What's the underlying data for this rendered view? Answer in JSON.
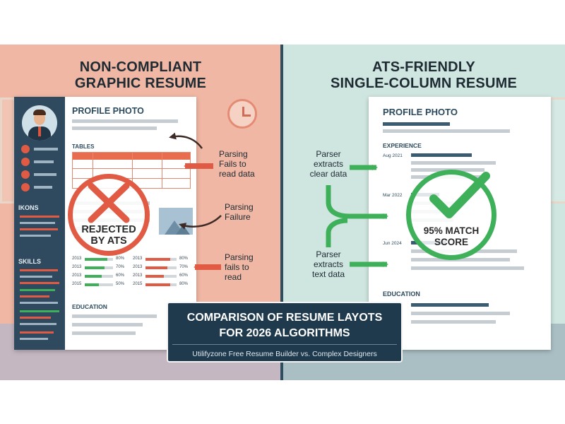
{
  "left": {
    "title_lines": [
      "NON-COMPLIANT",
      "GRAPHIC RESUME"
    ],
    "resume": {
      "section_profile": "PROFILE PHOTO",
      "section_tables": "TABLES",
      "section_icons": "IKONS",
      "section_skills": "SKILLS",
      "section_education": "EDUCATION",
      "skill_rows": [
        {
          "year": "2013",
          "pct": "80%",
          "value": 0.8
        },
        {
          "year": "2013",
          "pct": "70%",
          "value": 0.7
        },
        {
          "year": "2013",
          "pct": "60%",
          "value": 0.6
        },
        {
          "year": "2015",
          "pct": "50%",
          "value": 0.5
        }
      ],
      "skill_rows_right": [
        {
          "year": "2013",
          "pct": "80%",
          "value": 0.8
        },
        {
          "year": "2013",
          "pct": "70%",
          "value": 0.7
        },
        {
          "year": "2013",
          "pct": "60%",
          "value": 0.6
        },
        {
          "year": "2015",
          "pct": "80%",
          "value": 0.8
        }
      ]
    },
    "stamp_lines": [
      "REJECTED",
      "BY ATS"
    ],
    "callouts": {
      "tables": [
        "Parsing",
        "Fails to",
        "read data"
      ],
      "image": [
        "Parsing",
        "Failure"
      ],
      "skills": [
        "Parsing",
        "fails to",
        "read"
      ]
    }
  },
  "right": {
    "title_lines": [
      "ATS-FRIENDLY",
      "SINGLE-COLUMN RESUME"
    ],
    "resume": {
      "section_profile": "PROFILE PHOTO",
      "section_experience": "EXPERIENCE",
      "section_education": "EDUCATION",
      "dates": [
        "Aug 2021",
        "Mar 2022",
        "Jun 2024"
      ]
    },
    "stamp_lines": [
      "95% MATCH",
      "SCORE"
    ],
    "callouts": {
      "top": [
        "Parser",
        "extracts",
        "clear data"
      ],
      "bottom": [
        "Parser",
        "extracts",
        "text data"
      ]
    }
  },
  "banner": {
    "title_lines": [
      "COMPARISON OF RESUME LAYOTS",
      "FOR 2026 ALGORITHMS"
    ],
    "subtitle": "Utilifyzone Free Resume Builder vs. Complex Designers"
  },
  "icons": [
    "rejected-x-icon",
    "checkmark-icon",
    "clock-icon",
    "mountain-image-icon",
    "avatar-icon",
    "arrow-icon"
  ],
  "colors": {
    "left_bg": "#f0b7a4",
    "right_bg": "#cfe5df",
    "reject_red": "#e05a44",
    "match_green": "#3fb05a",
    "navy": "#1f3a4d"
  }
}
